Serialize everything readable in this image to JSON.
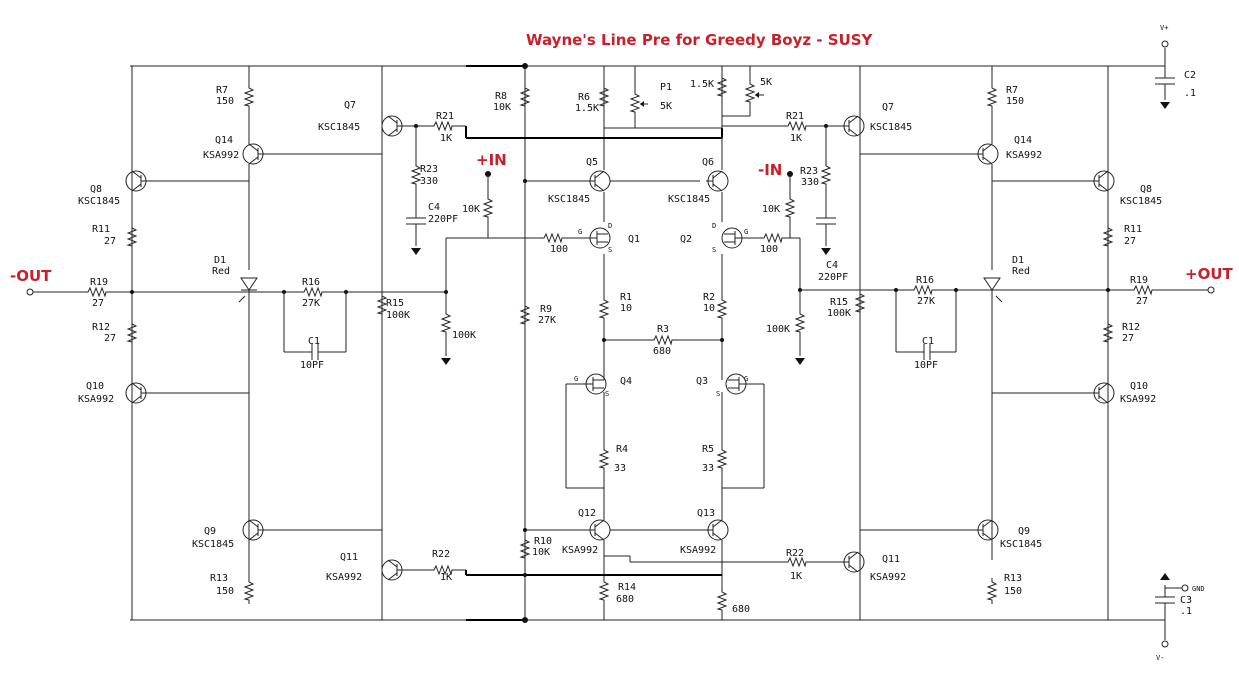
{
  "title": "Wayne's Line Pre for Greedy Boyz - SUSY",
  "ports": {
    "plus_in": "+IN",
    "minus_in": "-IN",
    "plus_out": "+OUT",
    "minus_out": "-OUT"
  },
  "rails": {
    "vplus": "V+",
    "vminus": "V-",
    "gnd": "GND"
  },
  "center": {
    "R8": {
      "name": "R8",
      "value": "10K"
    },
    "R6": {
      "name": "R6",
      "value": "1.5K"
    },
    "P1": {
      "name": "P1",
      "value": "5K"
    },
    "R6b": {
      "value": "1.5K"
    },
    "P2": {
      "value": "5K"
    },
    "Q5": {
      "name": "Q5",
      "part": "KSC1845"
    },
    "Q6": {
      "name": "Q6",
      "part": "KSC1845"
    },
    "R_in_plus": {
      "value": "10K"
    },
    "R_in_minus": {
      "value": "10K"
    },
    "Q1": {
      "name": "Q1"
    },
    "Q2": {
      "name": "Q2"
    },
    "Rg1": {
      "value": "100"
    },
    "Rg2": {
      "value": "100"
    },
    "R9": {
      "name": "R9",
      "value": "27K"
    },
    "R1": {
      "name": "R1",
      "value": "10"
    },
    "R2": {
      "name": "R2",
      "value": "10"
    },
    "R3": {
      "name": "R3",
      "value": "680"
    },
    "Q4": {
      "name": "Q4"
    },
    "Q3": {
      "name": "Q3"
    },
    "R4": {
      "name": "R4",
      "value": "33"
    },
    "R5": {
      "name": "R5",
      "value": "33"
    },
    "Q12": {
      "name": "Q12",
      "part": "KSA992"
    },
    "Q13": {
      "name": "Q13",
      "part": "KSA992"
    },
    "R10": {
      "name": "R10",
      "value": "10K"
    },
    "R14": {
      "name": "R14",
      "value": "680"
    },
    "R14b": {
      "value": "680"
    },
    "pin_g": "G",
    "pin_d": "D",
    "pin_s": "S"
  },
  "right": {
    "Q7": {
      "name": "Q7",
      "part": "KSC1845"
    },
    "R21": {
      "name": "R21",
      "value": "1K"
    },
    "R7": {
      "name": "R7",
      "value": "150"
    },
    "Q14": {
      "name": "Q14",
      "part": "KSA992"
    },
    "R23": {
      "name": "R23",
      "value": "330"
    },
    "C4": {
      "name": "C4",
      "value": "220PF"
    },
    "Q8": {
      "name": "Q8",
      "part": "KSC1845"
    },
    "R11": {
      "name": "R11",
      "value": "27"
    },
    "D1": {
      "name": "D1",
      "value": "Red"
    },
    "R16": {
      "name": "R16",
      "value": "27K"
    },
    "R19": {
      "name": "R19",
      "value": "27"
    },
    "R15": {
      "name": "R15",
      "value": "100K"
    },
    "R_bias": {
      "value": "100K"
    },
    "C1": {
      "name": "C1",
      "value": "10PF"
    },
    "R12": {
      "name": "R12",
      "value": "27"
    },
    "Q10": {
      "name": "Q10",
      "part": "KSA992"
    },
    "Q9": {
      "name": "Q9",
      "part": "KSC1845"
    },
    "R22": {
      "name": "R22",
      "value": "1K"
    },
    "Q11": {
      "name": "Q11",
      "part": "KSA992"
    },
    "R13": {
      "name": "R13",
      "value": "150"
    },
    "C2": {
      "name": "C2",
      "value": ".1"
    },
    "C3": {
      "name": "C3",
      "value": ".1"
    }
  },
  "left": {
    "R7": {
      "name": "R7",
      "value": "150"
    },
    "Q7": {
      "name": "Q7",
      "part": "KSC1845"
    },
    "R21": {
      "name": "R21",
      "value": "1K"
    },
    "Q14": {
      "name": "Q14",
      "part": "KSA992"
    },
    "R23": {
      "name": "R23",
      "value": "330"
    },
    "C4": {
      "name": "C4",
      "value": "220PF"
    },
    "Q8": {
      "name": "Q8",
      "part": "KSC1845"
    },
    "R11": {
      "name": "R11",
      "value": "27"
    },
    "D1": {
      "name": "D1",
      "value": "Red"
    },
    "R16": {
      "name": "R16",
      "value": "27K"
    },
    "R19": {
      "name": "R19",
      "value": "27"
    },
    "R15": {
      "name": "R15",
      "value": "100K"
    },
    "R12": {
      "name": "R12",
      "value": "27"
    },
    "C1": {
      "name": "C1",
      "value": "10PF"
    },
    "Q10": {
      "name": "Q10",
      "part": "KSA992"
    },
    "Q9": {
      "name": "Q9",
      "part": "KSC1845"
    },
    "Q11": {
      "name": "Q11",
      "part": "KSA992"
    },
    "R22": {
      "name": "R22",
      "value": "1K"
    },
    "R13": {
      "name": "R13",
      "value": "150"
    }
  }
}
